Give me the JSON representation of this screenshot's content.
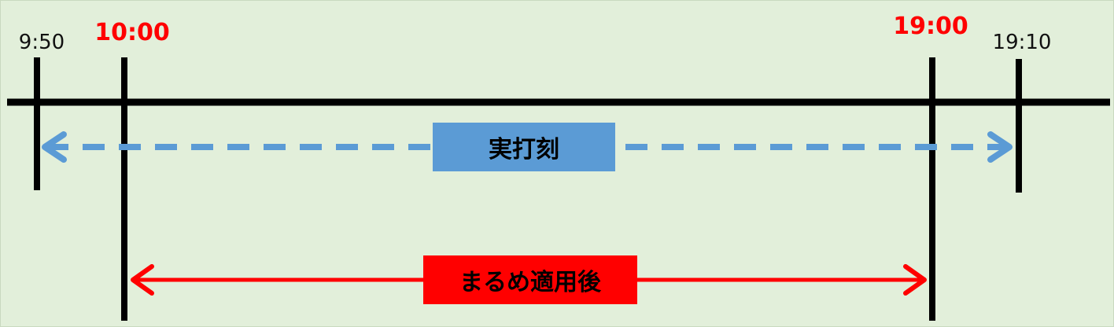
{
  "colors": {
    "background": "#e2efda",
    "axis": "#000000",
    "actual": "#5b9bd5",
    "rounded": "#ff0000"
  },
  "labels": {
    "raw_start": "9:50",
    "rounded_start": "10:00",
    "rounded_end": "19:00",
    "raw_end": "19:10"
  },
  "actual_span": {
    "label": "実打刻",
    "line_style": "dashed",
    "arrow": "double-headed"
  },
  "rounded_span": {
    "label": "まるめ適用後",
    "line_style": "solid",
    "arrow": "double-headed"
  }
}
